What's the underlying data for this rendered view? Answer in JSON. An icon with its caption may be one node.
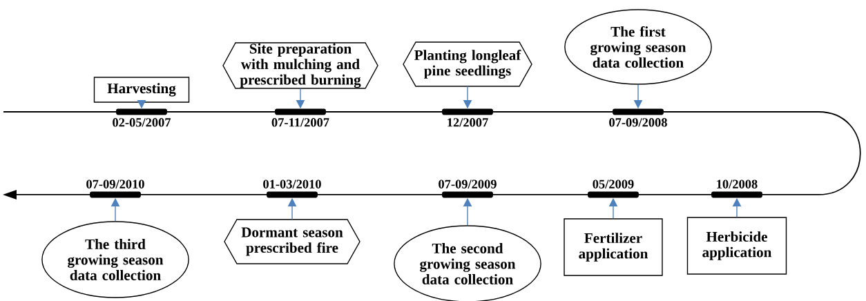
{
  "diagram": {
    "nodes": [
      {
        "text": [
          "Harvesting"
        ]
      },
      {
        "text": [],
        "shape": "bar",
        "beside": [
          "02-05/2007"
        ]
      },
      {
        "text": [
          "Site preparation with mulching and prescribed burning"
        ]
      },
      {
        "text": [],
        "shape": "bar",
        "beside": [
          "07-11/2007"
        ]
      },
      {
        "text": [
          "Planting longleaf pine seedlings"
        ]
      },
      {
        "text": [],
        "shape": "bar",
        "beside": [
          "12/2007"
        ]
      },
      {
        "text": [
          "The first growing season data collection"
        ]
      },
      {
        "text": [],
        "shape": "bar",
        "beside": [
          "07-09/2008"
        ]
      },
      {
        "text": [],
        "shape": "bar",
        "beside": [
          "07-09/2010"
        ]
      },
      {
        "text": [
          "The third growing season data collection"
        ]
      },
      {
        "text": [],
        "shape": "bar",
        "beside": [
          "01-03/2010"
        ]
      },
      {
        "text": [
          "Dormant season prescribed fire"
        ]
      },
      {
        "text": [],
        "shape": "bar",
        "beside": [
          "07-09/2009"
        ]
      },
      {
        "text": [
          "The second growing season data collection"
        ]
      },
      {
        "text": [],
        "shape": "bar",
        "beside": [
          "05/2009"
        ]
      },
      {
        "text": [
          "Fertilizer application"
        ]
      },
      {
        "text": [],
        "shape": "bar",
        "beside": [
          "10/2008"
        ]
      },
      {
        "text": [
          "Herbicide application"
        ]
      }
    ],
    "edges": [
      {
        "from": 0,
        "to": 1,
        "arrow": "to"
      },
      {
        "from": 2,
        "to": 3,
        "arrow": "to"
      },
      {
        "from": 4,
        "to": 5,
        "arrow": "to"
      },
      {
        "from": 6,
        "to": 7,
        "arrow": "to"
      },
      {
        "from": 9,
        "to": 8,
        "arrow": "to"
      },
      {
        "from": 11,
        "to": 10,
        "arrow": "to"
      },
      {
        "from": 13,
        "to": 12,
        "arrow": "to"
      },
      {
        "from": 15,
        "to": 14,
        "arrow": "to"
      },
      {
        "from": 17,
        "to": 16,
        "arrow": "to"
      }
    ]
  }
}
